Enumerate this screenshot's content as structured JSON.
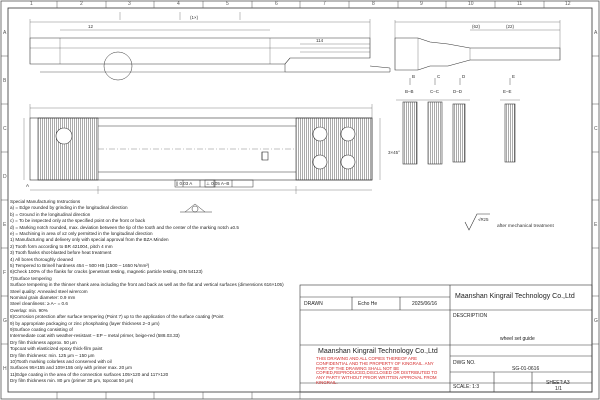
{
  "drawing": {
    "zone_columns": [
      "1",
      "2",
      "3",
      "4",
      "5",
      "6",
      "7",
      "8",
      "9",
      "10",
      "11",
      "12"
    ],
    "zone_rows": [
      "A",
      "B",
      "C",
      "D",
      "E",
      "F",
      "G",
      "H"
    ],
    "dimensions": {
      "overall_length": "(1×)",
      "section_labels": [
        "B–B",
        "C–C",
        "D–D",
        "E–E"
      ],
      "marks": [
        "B",
        "C",
        "D",
        "E",
        "A"
      ],
      "small_dims": [
        "114",
        "12",
        "(22)",
        "(62)",
        "3×45°"
      ]
    },
    "surface_finish": {
      "symbol": "√Rz5",
      "note": "after mechanical treatment"
    },
    "gdt_frames": [
      "∥ 0.03 A",
      "⊥ 0.05 A–B"
    ]
  },
  "notes": {
    "lines": [
      "Special Manufacturing Instructions",
      "a) = Edge rounded by grinding in the longitudinal direction",
      "b) = Ground in the longitudinal direction",
      "c) = To be inspected only at the specified point on the front or back",
      "d) = Marking notch rounded, max. deviation between the tip of the tooth and the center of the marking notch ±0.5",
      "e) = Machining in area of x2 only permitted in the longitudinal direction",
      "1) Manufacturing and delivery only with special approval from the BZA Minden",
      "2) Tooth form according to BR 421004, pitch 4 mm",
      "3) Tooth flanks shot-blasted before heat treatment",
      "4) All bores thoroughly cleaned",
      "5) Tempered to Brinell hardness 454 – 500 HB (1500 – 1650 N/mm²)",
      "6)Check 100% of the flanks for cracks (penetrant testing, magnetic particle testing, DIN 54123)",
      "7)Surface tempering",
      "Surface tempering in the thinner shank area including the front and back as well as the flat and vertical surfaces (dimensions 616×105)",
      "Steel quality: Annealed steel wirercom",
      "Nominal grain diameter: 0.9 mm",
      "Steel cleanliness: ≥ A− = 0.6",
      "Overlap: min. 90%",
      "8)Corrosion protection after surface tempering (Point 7) up to the application of the surface coating (Point",
      "9) by appropriate packaging or zinc phosphating (layer thickness 2–3 μm)",
      "9)Surface coating consisting of",
      "Intermediate coat with weather-resistant – EP – metal primer, beige-red (588.03.33)",
      "Dry film thickness approx. 50 μm",
      "Topcoat with elasticized epoxy thick-film paint",
      "Dry film thickness: min. 125 μm – 150 μm",
      "10)Tooth marking colorless and conserved with oil",
      "Surfaces 95×155 and 109×155 only with primer max. 20 μm",
      "11)Edge coating in the area of the connection surfaces 105×120 and 117×120",
      "Dry film thickness min. 80 μm (primer 30 μm, topcoat 50 μm)"
    ]
  },
  "title_block": {
    "company_top": "Maanshan Kingrail Technology Co.,Ltd",
    "drawn_label": "DRAWN",
    "drawn_by": "Echo He",
    "date": "2025/06/16",
    "description_label": "DESCRIPTION",
    "description": "wheel set guide",
    "company_bottom": "Maanshan Kingrail Technology Co.,Ltd",
    "dwg_label": "DWG NO.",
    "dwg_no": "SG-01-0616",
    "warning": "THIS DRAWING AND ALL COPIES THEREOF ARE CONFIDENTIAL AND THE PROPERTY OF KINGRAIL. ANY PART OF THE DRAWING SHALL NOT BE COPIED,REPRODUCED,DISCLOSED OR DISTRIBUTED TO ANY PARTY WITHOUT PRIOR WRITTEN APPROVAL FROM KINGRAIL.",
    "scale": "SCALE: 1:3",
    "sheet": "SHEET:A3",
    "sheet_no": "1/1"
  },
  "colors": {
    "line": "#333333",
    "warning": "#d42a2a",
    "hatch": "#444444"
  }
}
